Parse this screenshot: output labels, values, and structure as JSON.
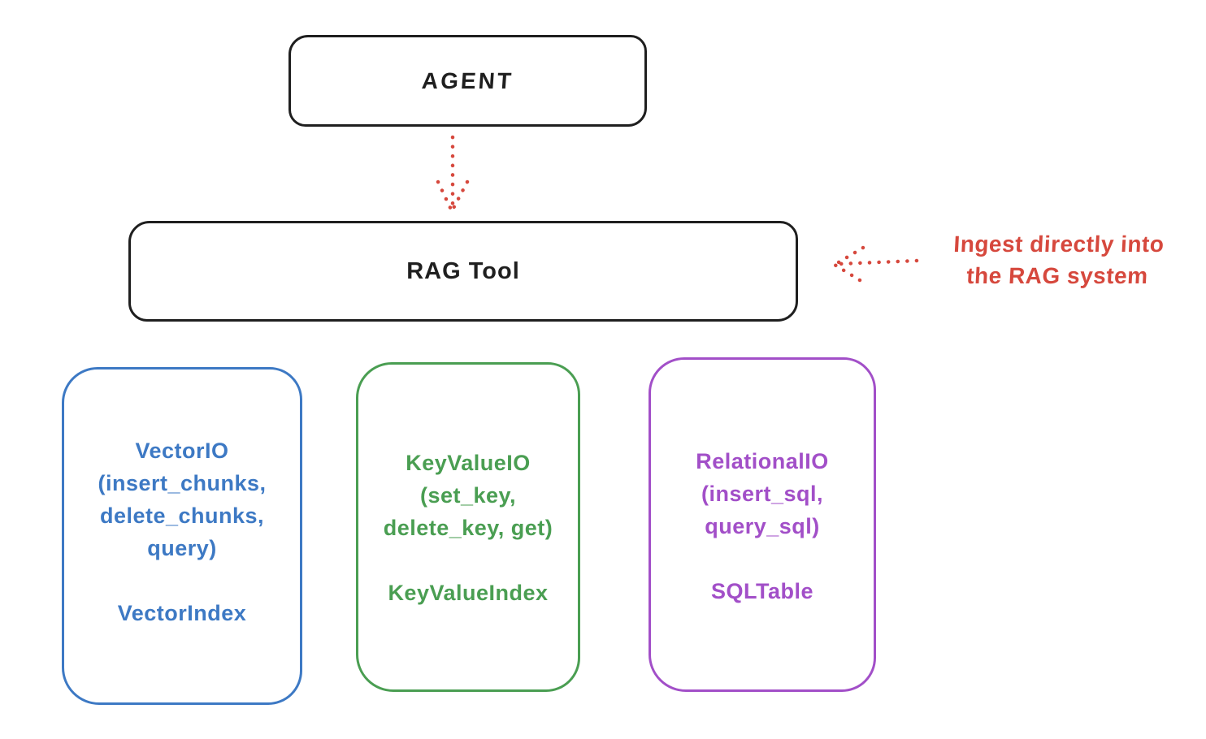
{
  "agent_box": {
    "label": "AGENT"
  },
  "rag_tool_box": {
    "label": "RAG Tool"
  },
  "ingest_annotation": {
    "line1": "Ingest directly into",
    "line2": "the RAG system"
  },
  "stores": [
    {
      "lines": [
        "VectorIO",
        "(insert_chunks,",
        "delete_chunks,",
        "query)"
      ],
      "index_label": "VectorIndex",
      "color": "#3d79c4"
    },
    {
      "lines": [
        "KeyValueIO",
        "(set_key,",
        "delete_key, get)"
      ],
      "index_label": "KeyValueIndex",
      "color": "#4a9e52"
    },
    {
      "lines": [
        "RelationalIO",
        "(insert_sql,",
        "query_sql)"
      ],
      "index_label": "SQLTable",
      "color": "#a24fc8"
    }
  ],
  "colors": {
    "stroke": "#1f1f1f",
    "red": "#d6483d",
    "blue": "#3d79c4",
    "green": "#4a9e52",
    "purple": "#a24fc8"
  }
}
